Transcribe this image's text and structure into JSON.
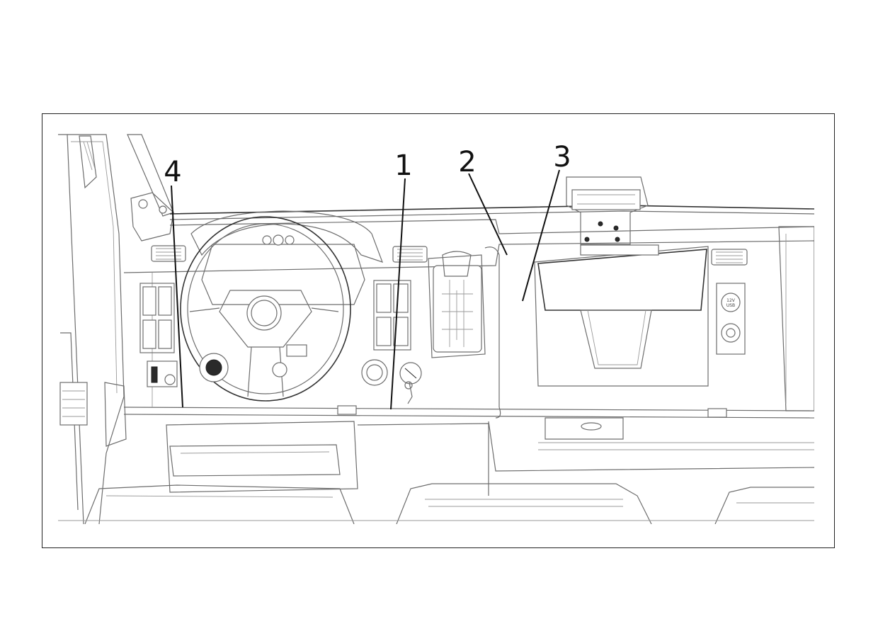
{
  "figure": {
    "callouts": [
      {
        "id": "1",
        "label": "1"
      },
      {
        "id": "2",
        "label": "2"
      },
      {
        "id": "3",
        "label": "3"
      },
      {
        "id": "4",
        "label": "4"
      }
    ],
    "socket_labels": [
      "12V",
      "USB"
    ]
  }
}
